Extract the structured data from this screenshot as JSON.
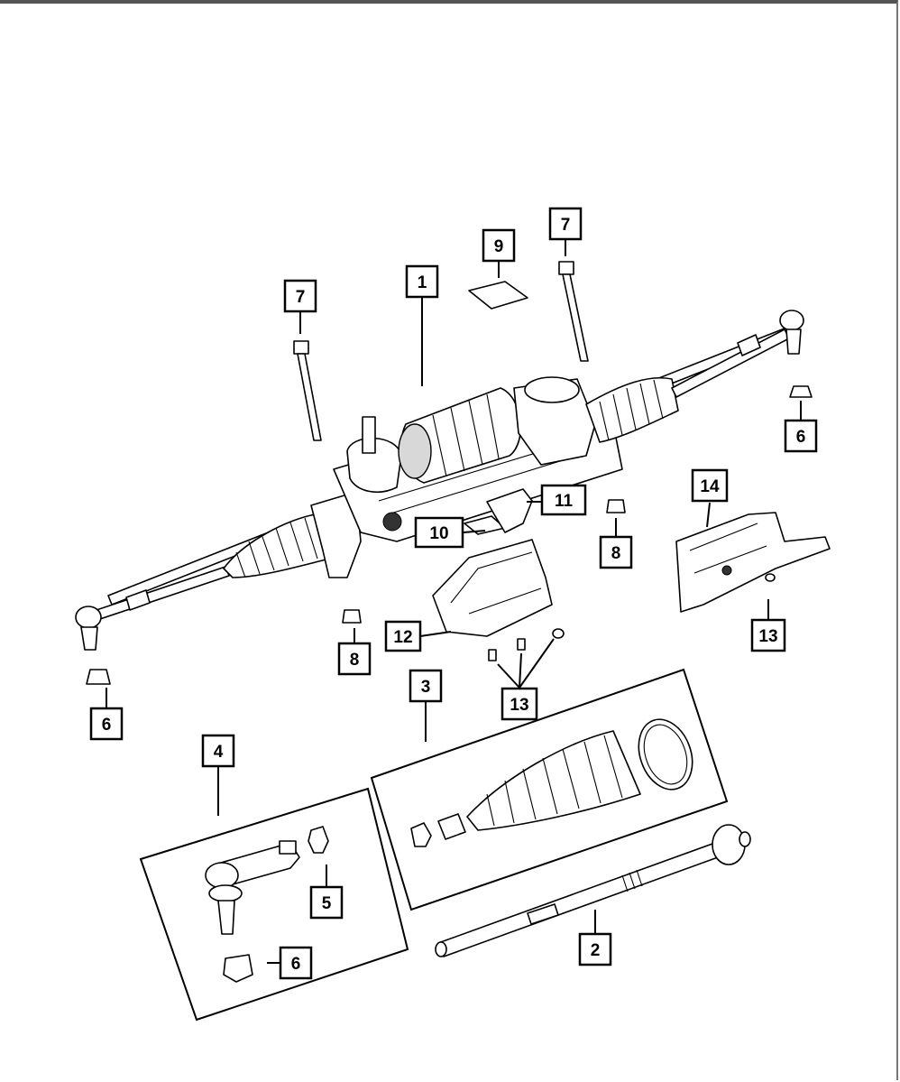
{
  "diagram": {
    "callouts": [
      {
        "id": "c1",
        "label": "1"
      },
      {
        "id": "c2",
        "label": "2"
      },
      {
        "id": "c3",
        "label": "3"
      },
      {
        "id": "c4",
        "label": "4"
      },
      {
        "id": "c5",
        "label": "5"
      },
      {
        "id": "c6a",
        "label": "6"
      },
      {
        "id": "c6b",
        "label": "6"
      },
      {
        "id": "c6c",
        "label": "6"
      },
      {
        "id": "c7a",
        "label": "7"
      },
      {
        "id": "c7b",
        "label": "7"
      },
      {
        "id": "c8a",
        "label": "8"
      },
      {
        "id": "c8b",
        "label": "8"
      },
      {
        "id": "c9",
        "label": "9"
      },
      {
        "id": "c10",
        "label": "10"
      },
      {
        "id": "c11",
        "label": "11"
      },
      {
        "id": "c12",
        "label": "12"
      },
      {
        "id": "c13a",
        "label": "13"
      },
      {
        "id": "c13b",
        "label": "13"
      },
      {
        "id": "c14",
        "label": "14"
      }
    ]
  }
}
